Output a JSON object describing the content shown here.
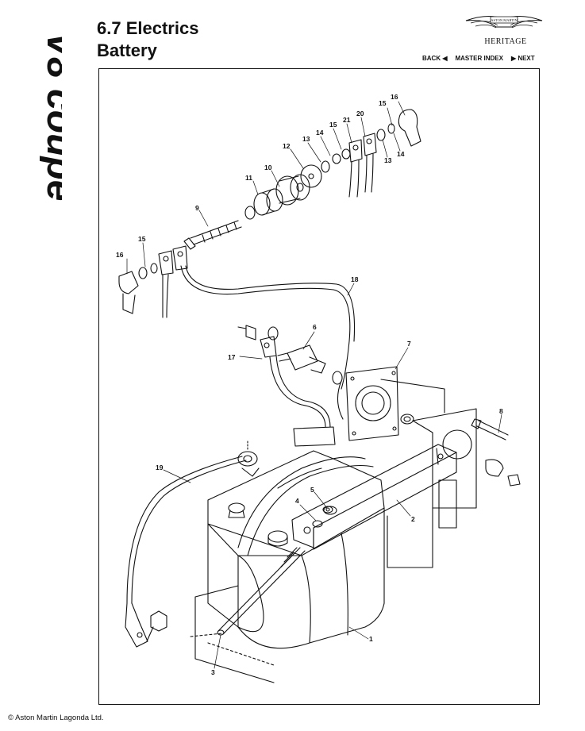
{
  "header": {
    "section": "6.7 Electrics",
    "subtitle": "Battery",
    "side_brand": "V8 coupe"
  },
  "logo": {
    "text": "ASTON MARTIN",
    "tagline": "HERITAGE"
  },
  "nav": {
    "back": "BACK ◀",
    "master_index": "MASTER INDEX",
    "next": "▶ NEXT"
  },
  "parts": {
    "p1": "1",
    "p2": "2",
    "p3": "3",
    "p4": "4",
    "p5": "5",
    "p6": "6",
    "p7": "7",
    "p8": "8",
    "p9": "9",
    "p10": "10",
    "p11": "11",
    "p12": "12",
    "p13a": "13",
    "p13b": "13",
    "p14a": "14",
    "p14b": "14",
    "p15a": "15",
    "p15b": "15",
    "p15c": "15",
    "p16a": "16",
    "p16b": "16",
    "p17": "17",
    "p18": "18",
    "p19": "19",
    "p20": "20",
    "p21": "21"
  },
  "footer": {
    "copyright": "© Aston Martin Lagonda Ltd."
  }
}
